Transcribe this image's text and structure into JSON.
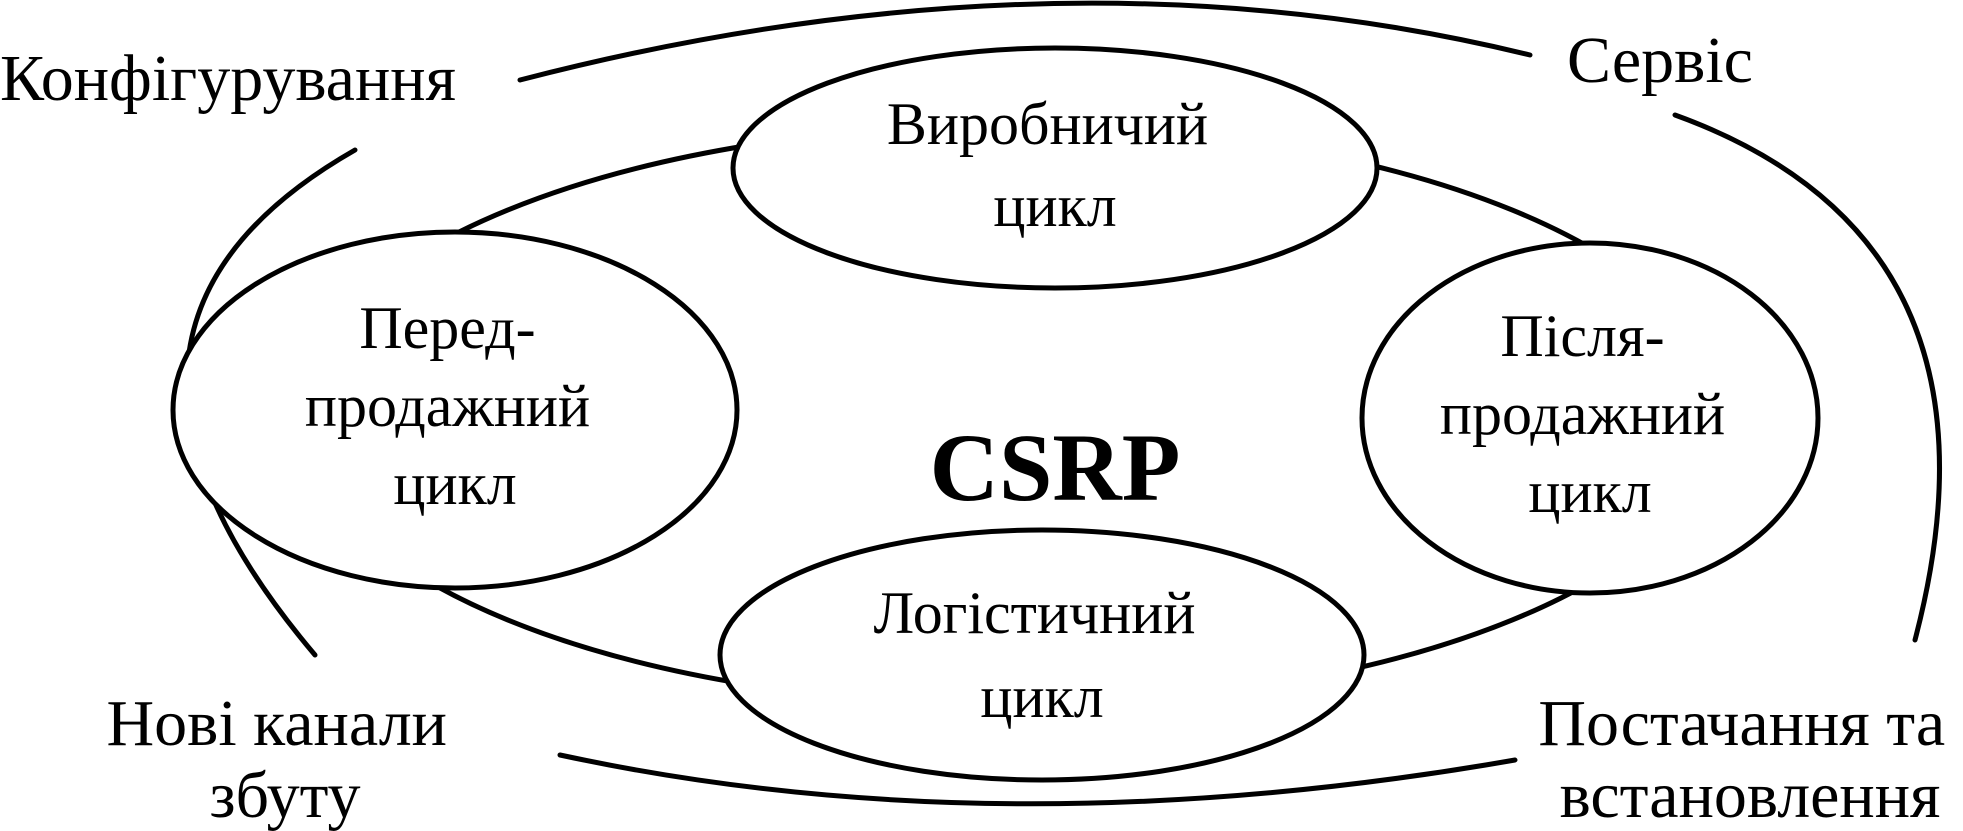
{
  "center": {
    "label": "CSRP"
  },
  "nodes": {
    "top": {
      "lines": [
        "Виробничий",
        "цикл"
      ]
    },
    "left": {
      "lines": [
        "Перед-",
        "продажний",
        "цикл"
      ]
    },
    "right": {
      "lines": [
        "Після-",
        "продажний",
        "цикл"
      ]
    },
    "bottom": {
      "lines": [
        "Логістичний",
        "цикл"
      ]
    }
  },
  "outer": {
    "top_left": {
      "lines": [
        "Конфігурування"
      ]
    },
    "top_right": {
      "lines": [
        "Сервіс"
      ]
    },
    "bottom_left": {
      "lines": [
        "Нові канали",
        "збуту"
      ]
    },
    "bottom_right": {
      "lines": [
        "Постачання та",
        "встановлення"
      ]
    }
  },
  "colors": {
    "stroke": "#000000",
    "background": "#ffffff"
  }
}
